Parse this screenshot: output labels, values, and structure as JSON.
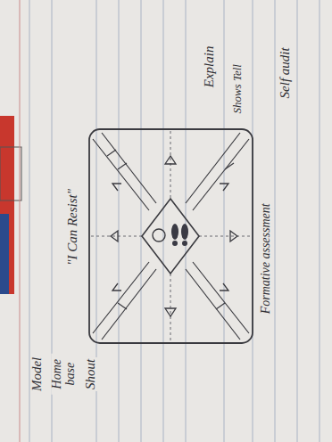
{
  "diagram": {
    "labels": [
      "\"I Can Resist\"",
      "Explain",
      "Shows Tell",
      "Self audit",
      "Formative assessment",
      "Model",
      "Home base",
      "Shout"
    ]
  }
}
